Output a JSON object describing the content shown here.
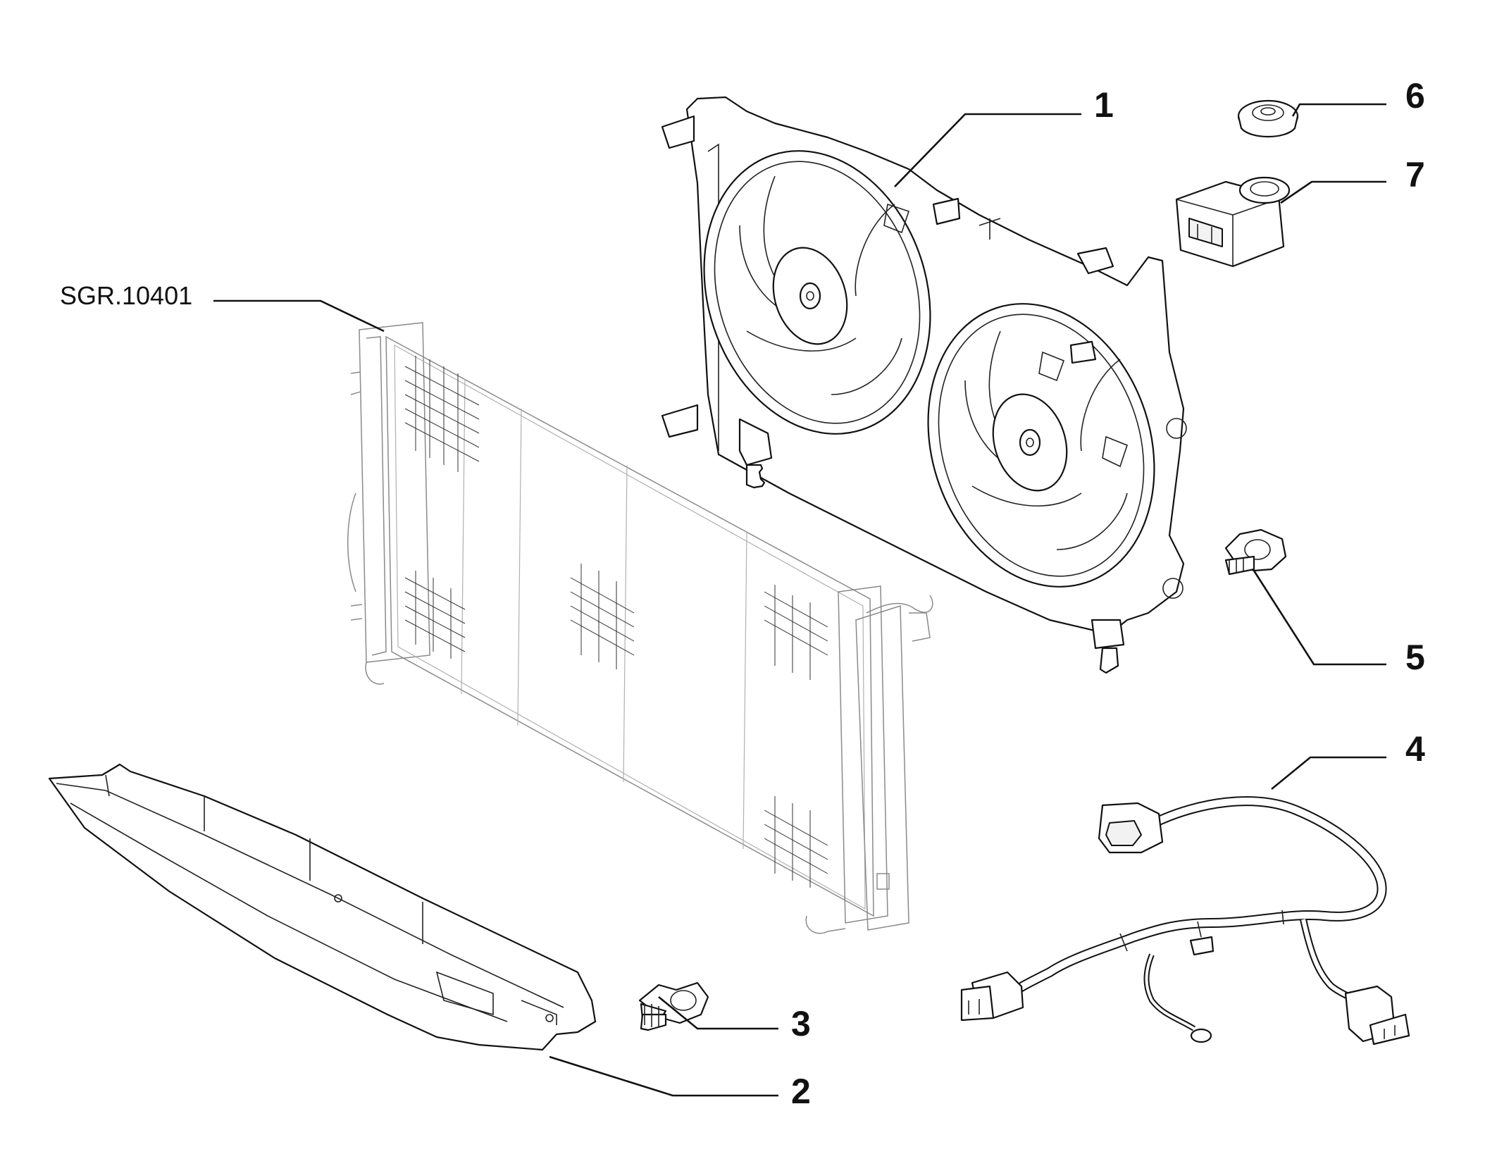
{
  "reference_label": "SGR.10401",
  "callouts": [
    {
      "number": "1",
      "part": "fan assembly"
    },
    {
      "number": "2",
      "part": "deflector"
    },
    {
      "number": "3",
      "part": "screw"
    },
    {
      "number": "4",
      "part": "wiring harness"
    },
    {
      "number": "5",
      "part": "screw"
    },
    {
      "number": "6",
      "part": "rubber grommet"
    },
    {
      "number": "7",
      "part": "bracket"
    }
  ]
}
